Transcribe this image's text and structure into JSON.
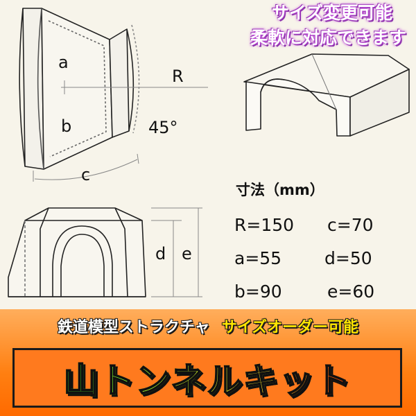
{
  "note": {
    "line1": "サイズ変更可能",
    "line2": "柔軟に対応できます"
  },
  "labels": {
    "a": "a",
    "b": "b",
    "c": "c",
    "R": "R",
    "angle": "45°",
    "d": "d",
    "e": "e"
  },
  "dimensions": {
    "title": "寸法（mm）",
    "items": [
      "R=150",
      "c=70",
      "a=55",
      "d=50",
      "b=90",
      "e=60"
    ]
  },
  "banner": {
    "subtitle_left": "鉄道模型ストラクチャ",
    "subtitle_right": "サイズオーダー可能",
    "title": "山トンネルキット"
  },
  "colors": {
    "background": "#f7f4ea",
    "banner_orange": "#ff7f11",
    "note_glow": "#c04fd8"
  }
}
